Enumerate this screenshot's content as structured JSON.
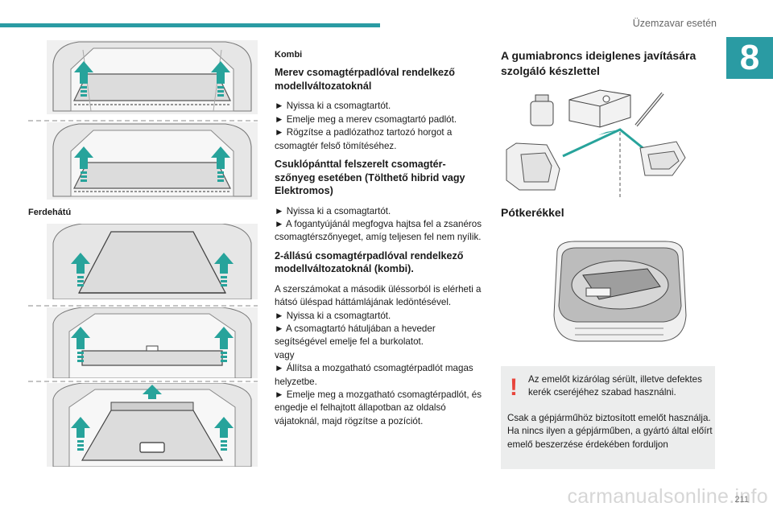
{
  "header": {
    "section_title": "Üzemzavar esetén",
    "chapter_number": "8"
  },
  "footer": {
    "page_number": "211",
    "watermark": "carmanualsonline.info"
  },
  "left_column": {
    "figure_label": "Ferdehátú"
  },
  "middle_column": {
    "kombi_label": "Kombi",
    "heading1": "Merev csomagtérpadlóval rendelkező modellváltozatoknál",
    "steps1": [
      "► Nyissa ki a csomagtartót.",
      "► Emelje meg a merev csomagtartó padlót.",
      "► Rögzítse a padlózathoz tartozó horgot a csomagtér felső tömítéséhez."
    ],
    "heading2": "Csuklópánttal felszerelt csomagtér-szőnyeg esetében (Tölthető hibrid vagy Elektromos)",
    "steps2": [
      "► Nyissa ki a csomagtartót.",
      "► A fogantyújánál megfogva hajtsa fel a zsanéros csomagtérszőnyeget, amíg teljesen fel nem nyílik."
    ],
    "heading3": "2-állású csomagtérpadlóval rendelkező modellváltozatoknál (kombi).",
    "para3": "A szerszámokat a második üléssorból is elérheti a hátsó üléspad háttámlájának ledöntésével.",
    "steps3": [
      "► Nyissa ki a csomagtartót.",
      "► A csomagtartó hátuljában a heveder segítségével emelje fel a burkolatot."
    ],
    "or_text": "vagy",
    "steps4": [
      "► Állítsa a mozgatható csomagtérpadlót magas helyzetbe.",
      "► Emelje meg a mozgatható csomagtérpadlót, és engedje el felhajtott állapotban az oldalsó vájatoknál, majd rögzítse a pozíciót."
    ]
  },
  "right_column": {
    "heading1": "A gumiabroncs ideiglenes javítására szolgáló készlettel",
    "heading2": "Pótkerékkel",
    "warning": {
      "line1": "Az emelőt kizárólag sérült, illetve defektes kerék cseréjéhez szabad használni.",
      "line2": "Csak a gépjárműhöz biztosított emelőt használja.",
      "line3": "Ha nincs ilyen a gépjárműben, a gyártó által előírt emelő beszerzése érdekében forduljon"
    }
  },
  "colors": {
    "accent": "#2a9ba3",
    "arrow": "#27a39b",
    "warning_mark": "#e8453c",
    "panel": "#eceded"
  }
}
